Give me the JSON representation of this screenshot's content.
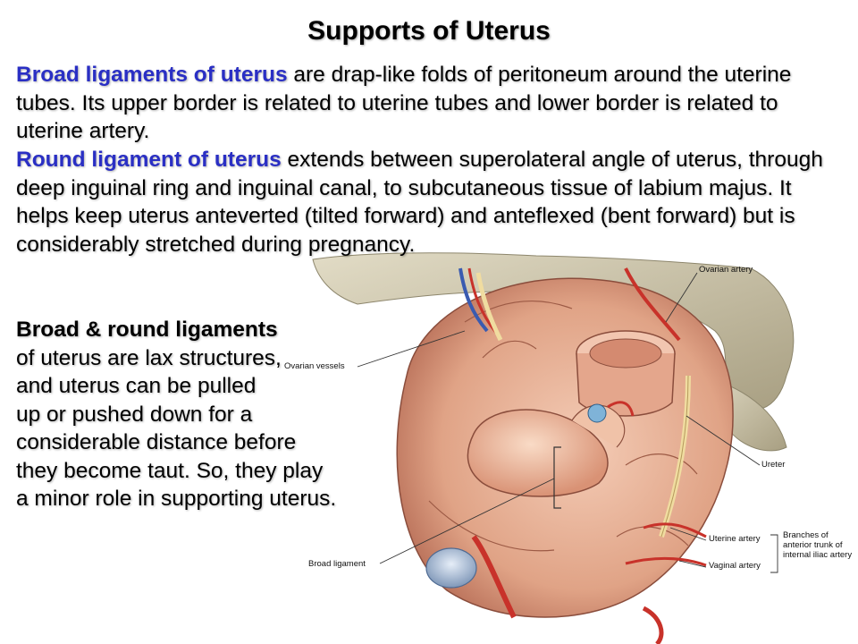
{
  "slide": {
    "title": "Supports of Uterus",
    "paragraph1": {
      "term": "Broad ligaments of uterus",
      "text": " are drap-like folds of peritoneum around the uterine tubes. Its upper border is related to uterine tubes and lower border is related to uterine artery."
    },
    "paragraph2": {
      "term": "Round ligament of uterus",
      "text": " extends between superolateral angle of uterus, through deep inguinal ring and inguinal canal, to subcutaneous tissue of labium majus. It helps keep uterus anteverted (tilted forward) and anteflexed (bent forward) but is considerably stretched during pregnancy."
    },
    "paragraph3": {
      "heading": "Broad & round ligaments",
      "lines": [
        "of uterus are lax structures,",
        "and uterus can be pulled",
        "up or pushed down for a",
        "considerable distance before",
        "they become taut. So, they play",
        "a minor role in supporting uterus."
      ]
    }
  },
  "figure_labels": {
    "ovarian_artery": "Ovarian artery",
    "ovarian_vessels": "Ovarian vessels",
    "ureter": "Ureter",
    "broad_ligament": "Broad ligament",
    "uterine_artery": "Uterine artery",
    "vaginal_artery": "Vaginal artery",
    "branches": "Branches of anterior trunk of internal iliac artery"
  },
  "colors": {
    "term": "#2a2fc4",
    "tissue": "#e8b49a",
    "bone": "#c9c2a6",
    "artery": "#c8322a",
    "vein": "#3a5bb0",
    "ureter": "#f0dca0"
  }
}
